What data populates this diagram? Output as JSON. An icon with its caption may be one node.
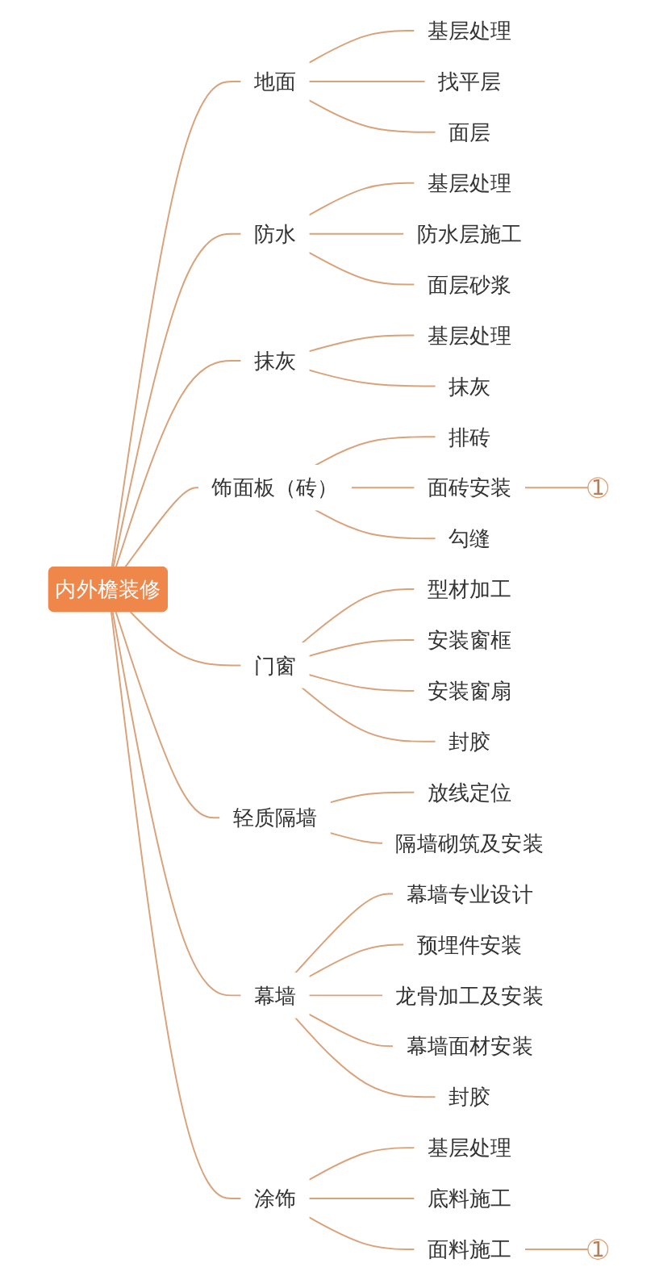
{
  "diagram": {
    "nodes": [
      {
        "text": [
          "内外檐装修"
        ]
      },
      {
        "text": [
          "地面"
        ]
      },
      {
        "text": [
          "基层处理"
        ]
      },
      {
        "text": [
          "找平层"
        ]
      },
      {
        "text": [
          "面层"
        ]
      },
      {
        "text": [
          "防水"
        ]
      },
      {
        "text": [
          "基层处理"
        ]
      },
      {
        "text": [
          "防水层施工"
        ]
      },
      {
        "text": [
          "面层砂浆"
        ]
      },
      {
        "text": [
          "抹灰"
        ]
      },
      {
        "text": [
          "基层处理"
        ]
      },
      {
        "text": [
          "抹灰"
        ]
      },
      {
        "text": [
          "饰面板（砖）"
        ]
      },
      {
        "text": [
          "排砖"
        ]
      },
      {
        "text": [
          "面砖安装"
        ]
      },
      {
        "text": [
          "1"
        ]
      },
      {
        "text": [
          "勾缝"
        ]
      },
      {
        "text": [
          "门窗"
        ]
      },
      {
        "text": [
          "型材加工"
        ]
      },
      {
        "text": [
          "安装窗框"
        ]
      },
      {
        "text": [
          "安装窗扇"
        ]
      },
      {
        "text": [
          "封胶"
        ]
      },
      {
        "text": [
          "轻质隔墙"
        ]
      },
      {
        "text": [
          "放线定位"
        ]
      },
      {
        "text": [
          "隔墙砌筑及安装"
        ]
      },
      {
        "text": [
          "幕墙"
        ]
      },
      {
        "text": [
          "幕墙专业设计"
        ]
      },
      {
        "text": [
          "预埋件安装"
        ]
      },
      {
        "text": [
          "龙骨加工及安装"
        ]
      },
      {
        "text": [
          "幕墙面材安装"
        ]
      },
      {
        "text": [
          "封胶"
        ]
      },
      {
        "text": [
          "涂饰"
        ]
      },
      {
        "text": [
          "基层处理"
        ]
      },
      {
        "text": [
          "底料施工"
        ]
      },
      {
        "text": [
          "面料施工"
        ]
      },
      {
        "text": [
          "1"
        ]
      }
    ],
    "edges": [
      {
        "from": 0,
        "to": 1,
        "arrow": "none"
      },
      {
        "from": 1,
        "to": 2,
        "arrow": "none"
      },
      {
        "from": 1,
        "to": 3,
        "arrow": "none"
      },
      {
        "from": 1,
        "to": 4,
        "arrow": "none"
      },
      {
        "from": 0,
        "to": 5,
        "arrow": "none"
      },
      {
        "from": 5,
        "to": 6,
        "arrow": "none"
      },
      {
        "from": 5,
        "to": 7,
        "arrow": "none"
      },
      {
        "from": 5,
        "to": 8,
        "arrow": "none"
      },
      {
        "from": 0,
        "to": 9,
        "arrow": "none"
      },
      {
        "from": 9,
        "to": 10,
        "arrow": "none"
      },
      {
        "from": 9,
        "to": 11,
        "arrow": "none"
      },
      {
        "from": 0,
        "to": 12,
        "arrow": "none"
      },
      {
        "from": 12,
        "to": 13,
        "arrow": "none"
      },
      {
        "from": 12,
        "to": 14,
        "arrow": "none"
      },
      {
        "from": 14,
        "to": 15,
        "arrow": "none"
      },
      {
        "from": 12,
        "to": 16,
        "arrow": "none"
      },
      {
        "from": 0,
        "to": 17,
        "arrow": "none"
      },
      {
        "from": 17,
        "to": 18,
        "arrow": "none"
      },
      {
        "from": 17,
        "to": 19,
        "arrow": "none"
      },
      {
        "from": 17,
        "to": 20,
        "arrow": "none"
      },
      {
        "from": 17,
        "to": 21,
        "arrow": "none"
      },
      {
        "from": 0,
        "to": 22,
        "arrow": "none"
      },
      {
        "from": 22,
        "to": 23,
        "arrow": "none"
      },
      {
        "from": 22,
        "to": 24,
        "arrow": "none"
      },
      {
        "from": 0,
        "to": 25,
        "arrow": "none"
      },
      {
        "from": 25,
        "to": 26,
        "arrow": "none"
      },
      {
        "from": 25,
        "to": 27,
        "arrow": "none"
      },
      {
        "from": 25,
        "to": 28,
        "arrow": "none"
      },
      {
        "from": 25,
        "to": 29,
        "arrow": "none"
      },
      {
        "from": 25,
        "to": 30,
        "arrow": "none"
      },
      {
        "from": 0,
        "to": 31,
        "arrow": "none"
      },
      {
        "from": 31,
        "to": 32,
        "arrow": "none"
      },
      {
        "from": 31,
        "to": 33,
        "arrow": "none"
      },
      {
        "from": 31,
        "to": 34,
        "arrow": "none"
      },
      {
        "from": 34,
        "to": 35,
        "arrow": "none"
      }
    ]
  }
}
